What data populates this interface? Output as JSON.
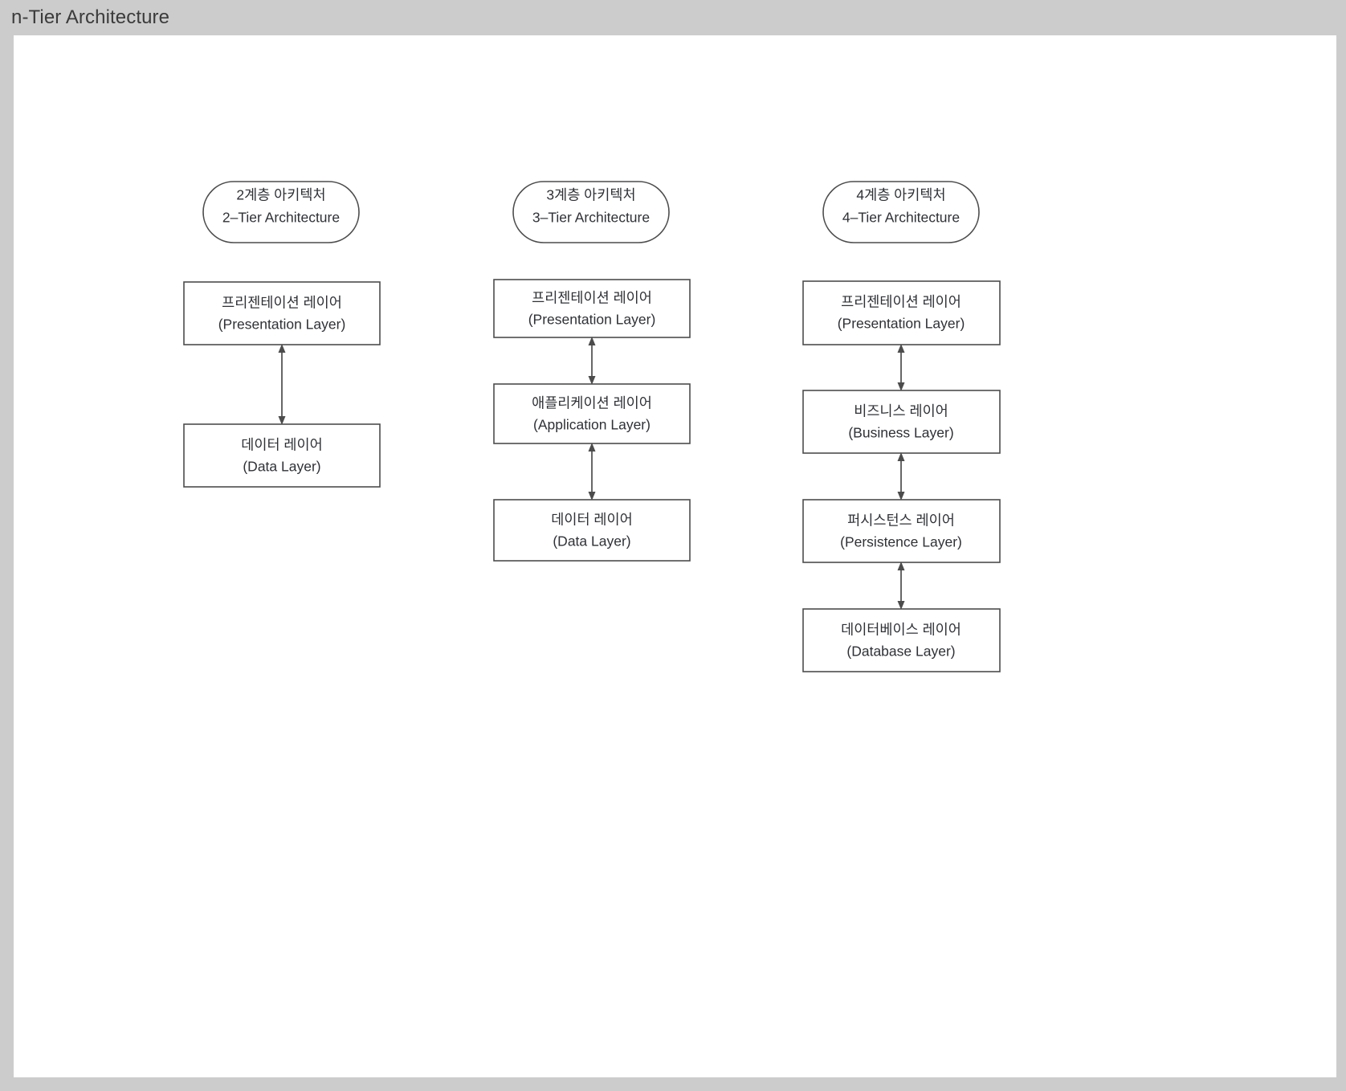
{
  "window": {
    "title": "n-Tier Architecture",
    "header_bg": "#cccccc",
    "canvas_bg": "#ffffff"
  },
  "diagram": {
    "stroke_color": "#4c4c4c",
    "text_color": "#2f3136",
    "columns": [
      {
        "id": "two-tier",
        "header": {
          "shape": "stadium",
          "line1": "2계층 아키텍처",
          "line2": "2–Tier Architecture"
        },
        "layers": [
          {
            "id": "presentation",
            "line1": "프리젠테이션 레이어",
            "line2": "(Presentation Layer)"
          },
          {
            "id": "data",
            "line1": "데이터 레이어",
            "line2": "(Data Layer)"
          }
        ],
        "connections": [
          {
            "from": "presentation",
            "to": "data",
            "type": "bidirectional"
          }
        ]
      },
      {
        "id": "three-tier",
        "header": {
          "shape": "stadium",
          "line1": "3계층 아키텍처",
          "line2": "3–Tier Architecture"
        },
        "layers": [
          {
            "id": "presentation",
            "line1": "프리젠테이션 레이어",
            "line2": "(Presentation Layer)"
          },
          {
            "id": "application",
            "line1": "애플리케이션 레이어",
            "line2": "(Application Layer)"
          },
          {
            "id": "data",
            "line1": "데이터 레이어",
            "line2": "(Data Layer)"
          }
        ],
        "connections": [
          {
            "from": "presentation",
            "to": "application",
            "type": "bidirectional"
          },
          {
            "from": "application",
            "to": "data",
            "type": "bidirectional"
          }
        ]
      },
      {
        "id": "four-tier",
        "header": {
          "shape": "stadium",
          "line1": "4계층 아키텍처",
          "line2": "4–Tier Architecture"
        },
        "layers": [
          {
            "id": "presentation",
            "line1": "프리젠테이션 레이어",
            "line2": "(Presentation Layer)"
          },
          {
            "id": "business",
            "line1": "비즈니스 레이어",
            "line2": "(Business Layer)"
          },
          {
            "id": "persistence",
            "line1": "퍼시스턴스 레이어",
            "line2": "(Persistence Layer)"
          },
          {
            "id": "database",
            "line1": "데이터베이스 레이어",
            "line2": "(Database Layer)"
          }
        ],
        "connections": [
          {
            "from": "presentation",
            "to": "business",
            "type": "bidirectional"
          },
          {
            "from": "business",
            "to": "persistence",
            "type": "bidirectional"
          },
          {
            "from": "persistence",
            "to": "database",
            "type": "bidirectional"
          }
        ]
      }
    ]
  }
}
